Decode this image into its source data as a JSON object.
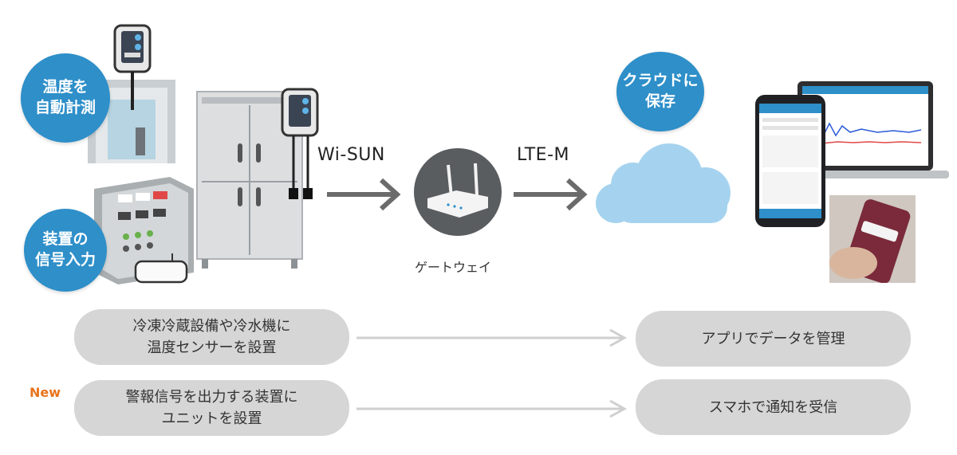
{
  "bubbles": {
    "temperature": "温度を\n自動計測",
    "signal": "装置の\n信号入力",
    "cloud": "クラウドに\n保存"
  },
  "links": {
    "wisun": "Wi-SUN",
    "ltem": "LTE-M"
  },
  "gateway_label": "ゲートウェイ",
  "rows": [
    {
      "left": "冷凍冷蔵設備や冷水機に\n温度センサーを設置",
      "right": "アプリでデータを管理"
    },
    {
      "left": "警報信号を出力する装置に\nユニットを設置",
      "right": "スマホで通知を受信"
    }
  ],
  "new_badge": "New",
  "colors": {
    "accent_blue": "#2e8fc9",
    "new_orange": "#e8741c",
    "pill_gray": "#d6d6d6",
    "arrow_gray": "#6b6b6b"
  }
}
